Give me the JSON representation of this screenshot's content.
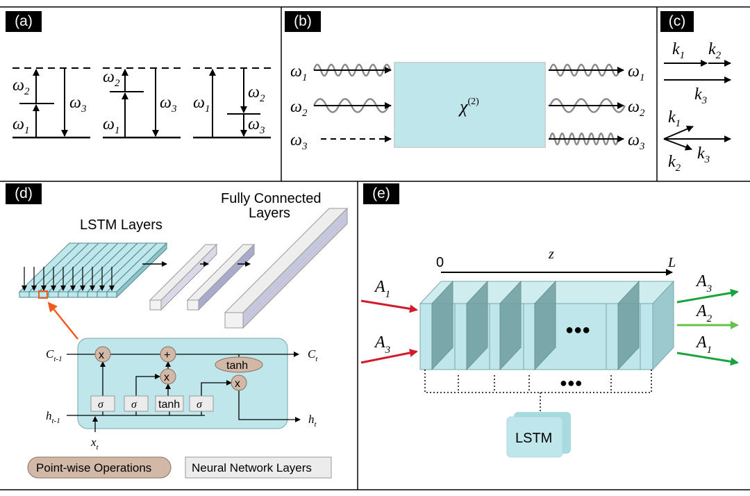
{
  "panels": {
    "a": {
      "tag": "(a)",
      "w1": "ω",
      "w1_sub": "1",
      "w2": "ω",
      "w2_sub": "2",
      "w3": "ω",
      "w3_sub": "3"
    },
    "b": {
      "tag": "(b)",
      "w": "ω",
      "sub1": "1",
      "sub2": "2",
      "sub3": "3",
      "chi": "χ",
      "chi_sup": "(2)"
    },
    "c": {
      "tag": "(c)",
      "k": "k",
      "sub1": "1",
      "sub2": "2",
      "sub3": "3"
    },
    "d": {
      "tag": "(d)",
      "lstm_layers": "LSTM Layers",
      "fc_line1": "Fully Connected",
      "fc_line2": "Layers",
      "c_prev": "C",
      "c_prev_sub": "t-1",
      "c_next": "C",
      "c_next_sub": "t",
      "h_prev": "h",
      "h_prev_sub": "t-1",
      "h_next": "h",
      "h_next_sub": "t",
      "x_in": "x",
      "x_in_sub": "t",
      "op_x": "x",
      "op_plus": "+",
      "tanh": "tanh",
      "sigma": "σ",
      "legend_pointwise": "Point-wise Operations",
      "legend_layers": "Neural Network Layers"
    },
    "e": {
      "tag": "(e)",
      "axis_start": "0",
      "axis_label": "z",
      "axis_end": "L",
      "A": "A",
      "sub1": "1",
      "sub2": "2",
      "sub3": "3",
      "lstm_box": "LSTM",
      "dots": "●●●"
    }
  },
  "colors": {
    "cyan_fill": "#bfe6ea",
    "plate_fill": "#6f9ea0",
    "pointwise": "#d2b8a6",
    "red_arrow": "#d11a2a",
    "green_arrow": "#1aa33c",
    "light_green": "#66c24a",
    "orange": "#f05a1a"
  }
}
